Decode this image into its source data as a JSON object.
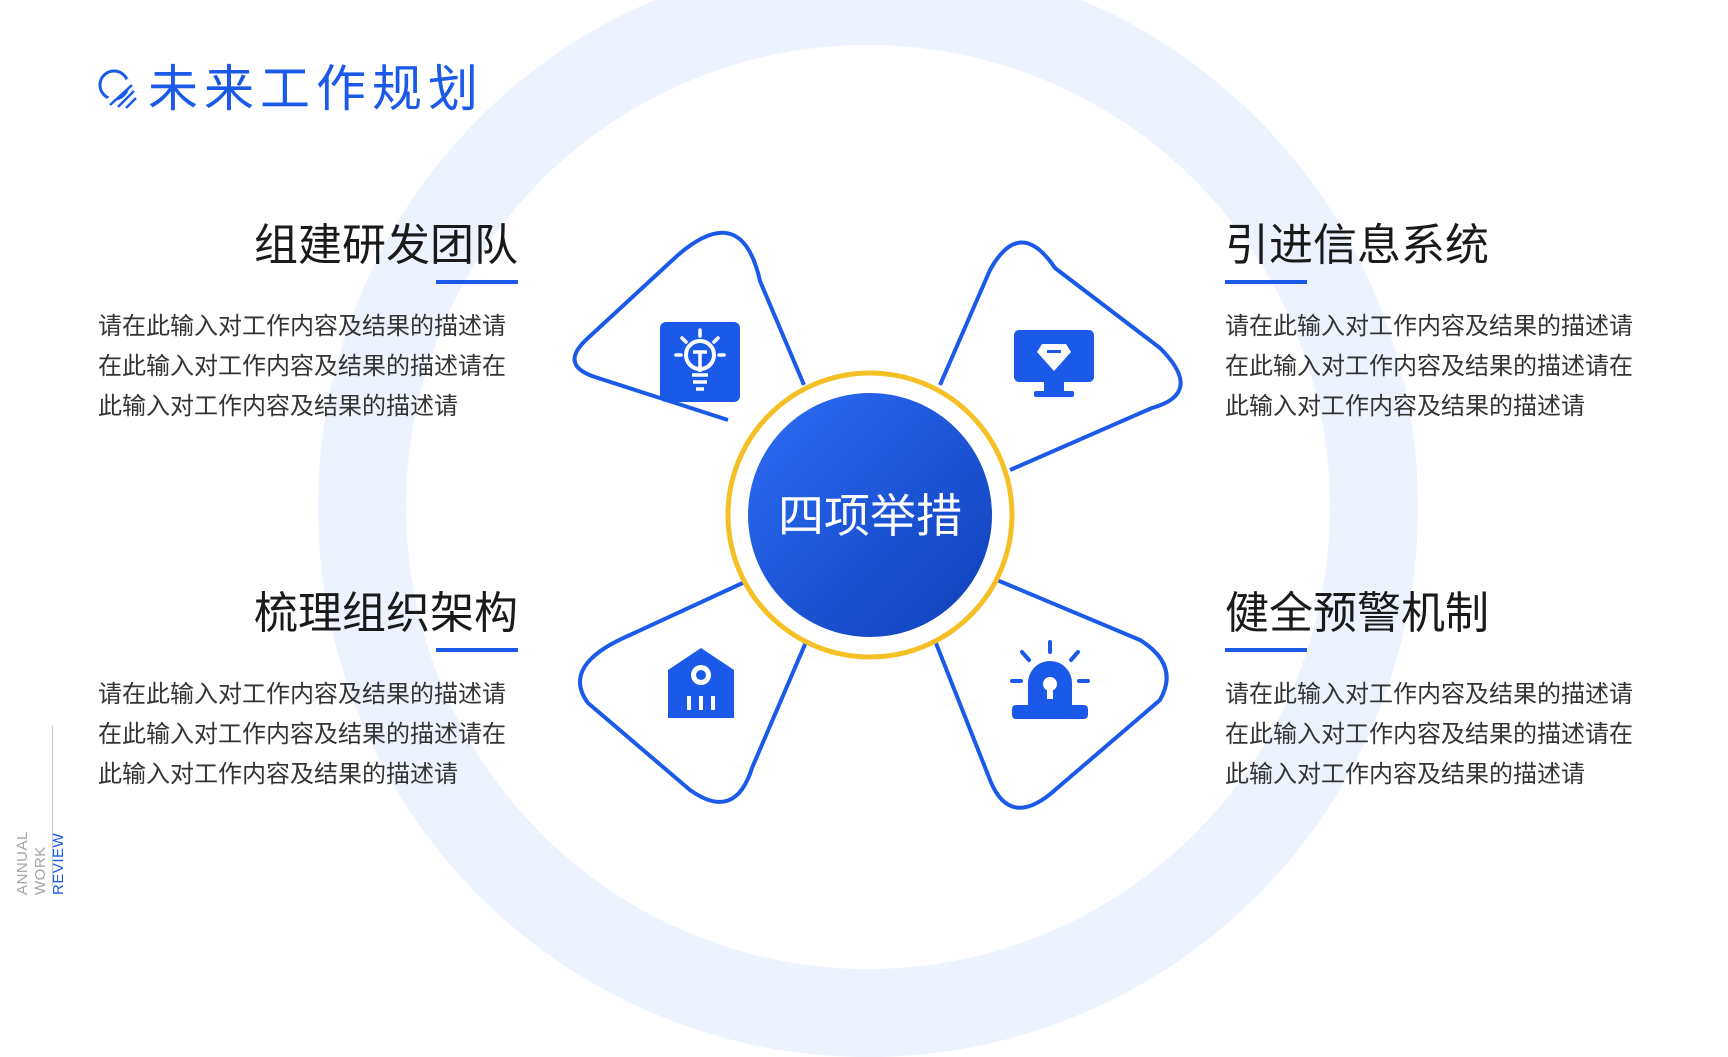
{
  "header": {
    "title": "未来工作规划"
  },
  "center": {
    "label": "四项举措"
  },
  "items": [
    {
      "title": "组建研发团队",
      "desc": "请在此输入对工作内容及结果的描述请在此输入对工作内容及结果的描述请在此输入对工作内容及结果的描述请",
      "icon": "lightbulb-icon"
    },
    {
      "title": "引进信息系统",
      "desc": "请在此输入对工作内容及结果的描述请在此输入对工作内容及结果的描述请在此输入对工作内容及结果的描述请",
      "icon": "monitor-diamond-icon"
    },
    {
      "title": "梳理组织架构",
      "desc": "请在此输入对工作内容及结果的描述请在此输入对工作内容及结果的描述请在此输入对工作内容及结果的描述请",
      "icon": "building-icon"
    },
    {
      "title": "健全预警机制",
      "desc": "请在此输入对工作内容及结果的描述请在此输入对工作内容及结果的描述请在此输入对工作内容及结果的描述请",
      "icon": "alarm-light-icon"
    }
  ],
  "side": {
    "line1": "ANNUAL",
    "line2": "WORK",
    "line3": "REVIEW"
  },
  "colors": {
    "primary": "#1b5ae8",
    "accent_ring": "#f5c026",
    "background_ring": "#edf3fe",
    "text": "#1a1a1a"
  }
}
